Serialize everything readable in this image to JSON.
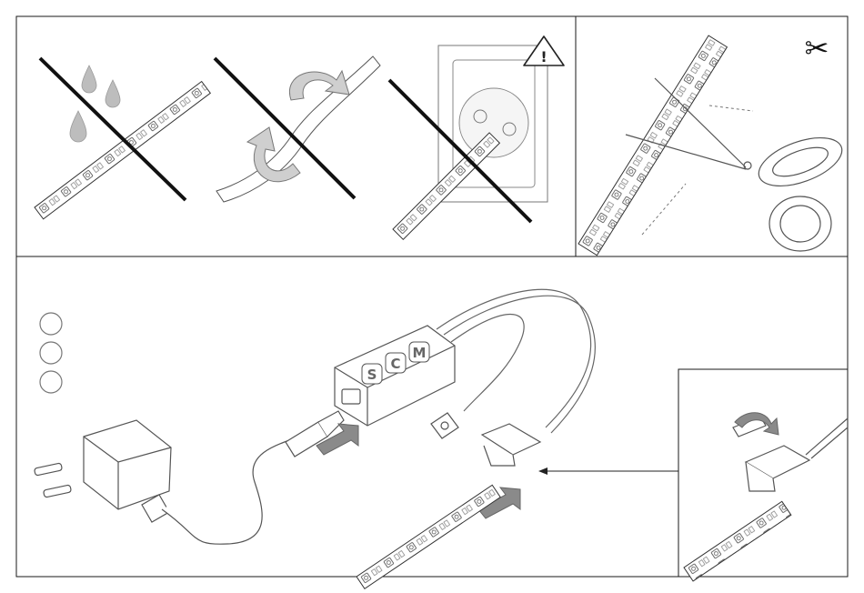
{
  "panels": {
    "warnings": {
      "no_water": {
        "icon": "water-drops-icon",
        "prohibited": true
      },
      "no_twist": {
        "icon": "twist-arrows-icon",
        "prohibited": true
      },
      "no_socket": {
        "icon": "wall-socket-icon",
        "prohibited": true
      }
    },
    "cutting": {
      "icon": "scissors-icon",
      "symbol": "✂"
    },
    "caution": {
      "icon": "warning-triangle-icon",
      "symbol": "!"
    },
    "connection": {
      "steps": [
        "",
        "",
        ""
      ],
      "controller": {
        "buttons": [
          "S",
          "C",
          "M"
        ]
      },
      "detail_inset": {
        "icon": "connector-clip-detail-icon"
      }
    }
  },
  "colors": {
    "line": "#1a1a1a",
    "drawing": "#555555",
    "arrow_fill": "#8a8a8a",
    "prohibit_bar": "#111111",
    "background": "#ffffff"
  }
}
